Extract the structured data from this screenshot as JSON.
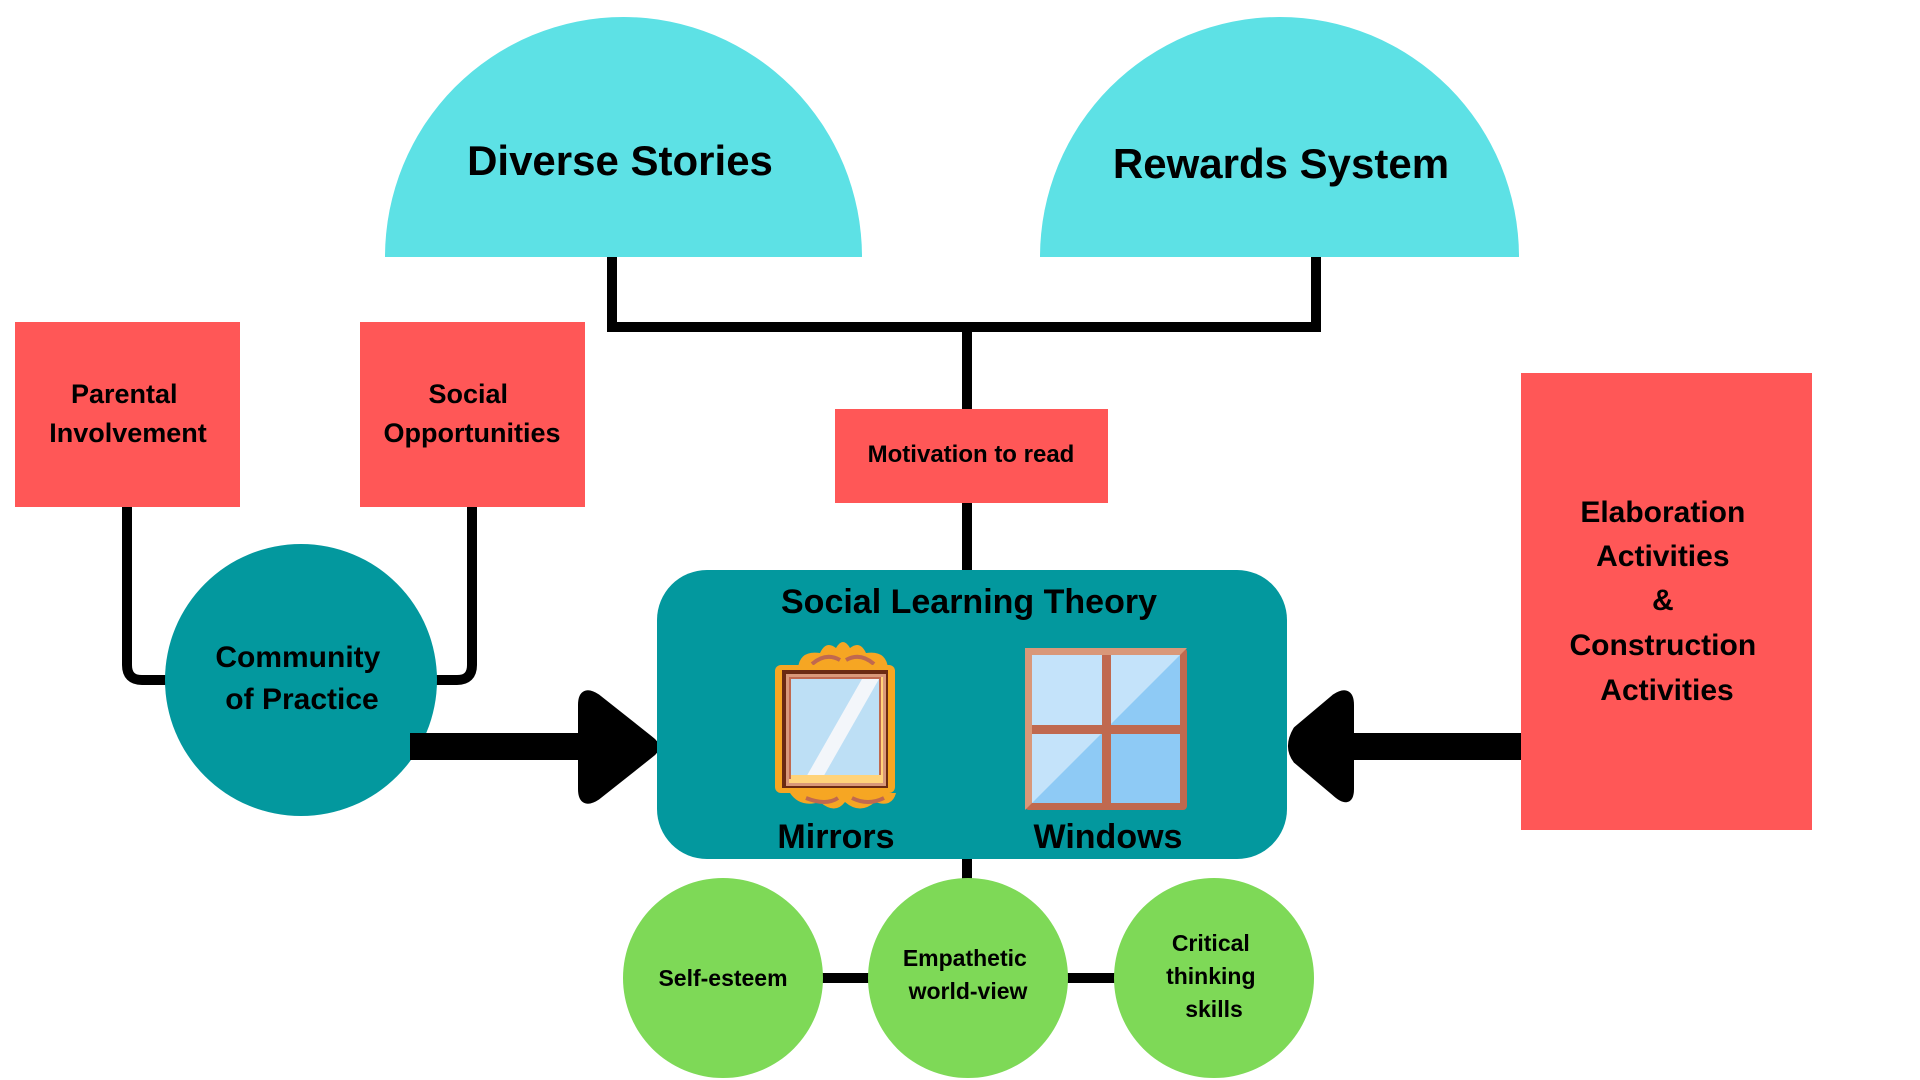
{
  "colors": {
    "cyan": "#5de1e5",
    "coral": "#ff5757",
    "teal": "#03989e",
    "green": "#7ed957",
    "line": "#000000"
  },
  "top_nodes": {
    "diverse_stories": "Diverse Stories",
    "rewards_system": "Rewards System"
  },
  "motivation": "Motivation to read",
  "left_factors": {
    "parental": [
      "Parental",
      "Involvement"
    ],
    "social": [
      "Social",
      "Opportunities"
    ]
  },
  "community": [
    "Community",
    "of Practice"
  ],
  "center": {
    "title": "Social Learning Theory",
    "mirrors_label": "Mirrors",
    "windows_label": "Windows"
  },
  "right_box": [
    "Elaboration",
    "Activities",
    "&",
    "Construction",
    "Activities"
  ],
  "outcomes": {
    "self_esteem": [
      "Self-esteem"
    ],
    "empathetic": [
      "Empathetic",
      "world-view"
    ],
    "critical": [
      "Critical",
      "thinking",
      "skills"
    ]
  }
}
